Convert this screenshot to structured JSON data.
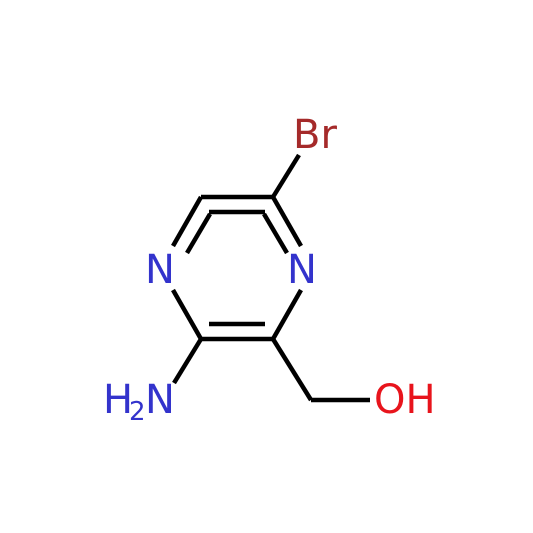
{
  "molecule": {
    "atoms": {
      "bromine": {
        "label": "Br",
        "color": "#a52a2a"
      },
      "nitrogen_upper_right": {
        "label": "N",
        "color": "#3333cc"
      },
      "nitrogen_upper_left": {
        "label": "N",
        "color": "#3333cc"
      },
      "amino": {
        "label": "H",
        "subscript": "2",
        "suffix": "N",
        "color": "#3333cc"
      },
      "hydroxyl": {
        "label": "OH",
        "color": "#e8141c"
      }
    },
    "bond_color": "#000000"
  }
}
